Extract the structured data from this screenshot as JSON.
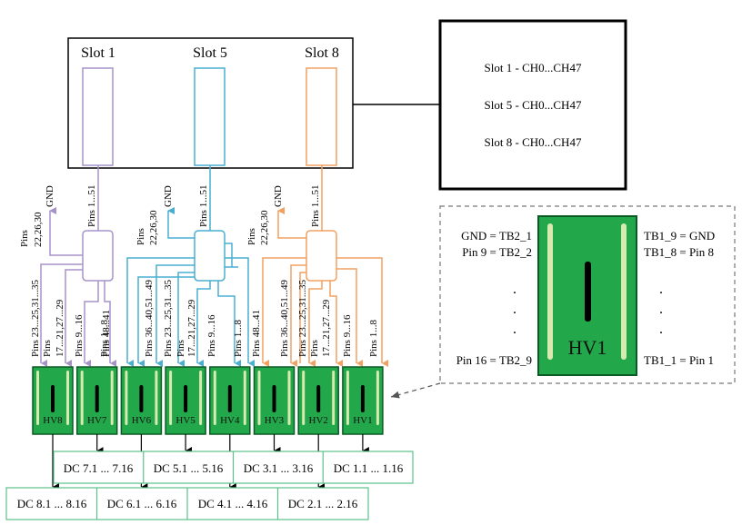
{
  "colors": {
    "purple": "#a593c8",
    "blue": "#4aaed0",
    "orange": "#f2a060",
    "green_board": "#22a84a",
    "green_border": "#0b5a25",
    "box_green": "#5cc08a",
    "dark": "#000000"
  },
  "crate": {
    "slots": [
      {
        "label": "Slot 1",
        "color": "purple"
      },
      {
        "label": "Slot 5",
        "color": "blue"
      },
      {
        "label": "Slot 8",
        "color": "orange"
      }
    ]
  },
  "info_box": {
    "lines": [
      "Slot 1 - CH0...CH47",
      "Slot 5 - CH0...CH47",
      "Slot 8 - CH0...CH47"
    ]
  },
  "pin_labels": {
    "gnd": "GND",
    "pins_gnd": "Pins",
    "pins_gnd_2": "22,26,30",
    "pins_1_51": "Pins 1...51",
    "purple": [
      {
        "l1": "Pins 23...25,31...35",
        "l2": ""
      },
      {
        "l1": "Pins",
        "l2": "17...21,27...29"
      },
      {
        "l1": "Pins 9...16",
        "l2": ""
      },
      {
        "l1": "Pins 1...8",
        "l2": ""
      }
    ],
    "blue": [
      {
        "l1": "Pins 48...41",
        "l2": ""
      },
      {
        "l1": "Pins 36...40,51...49",
        "l2": ""
      },
      {
        "l1": "Pins 23...25,31...35",
        "l2": ""
      },
      {
        "l1": "Pins",
        "l2": "17...21,27...29"
      },
      {
        "l1": "Pins 9...16",
        "l2": ""
      },
      {
        "l1": "Pins 1...8",
        "l2": ""
      }
    ],
    "orange": [
      {
        "l1": "Pins 48...41",
        "l2": ""
      },
      {
        "l1": "Pins 36...40,51...49",
        "l2": ""
      },
      {
        "l1": "Pins 23...25,31...35",
        "l2": ""
      },
      {
        "l1": "Pins",
        "l2": "17...21,27...29"
      },
      {
        "l1": "Pins 9...16",
        "l2": ""
      },
      {
        "l1": "Pins 1...8",
        "l2": ""
      }
    ]
  },
  "boards": [
    "HV8",
    "HV7",
    "HV6",
    "HV5",
    "HV4",
    "HV3",
    "HV2",
    "HV1"
  ],
  "dc_top": [
    "DC 7.1 ... 7.16",
    "DC 5.1 ... 5.16",
    "DC 3.1 ... 3.16",
    "DC 1.1 ... 1.16"
  ],
  "dc_bottom": [
    "DC 8.1 ... 8.16",
    "DC 6.1 ... 6.16",
    "DC 4.1 ... 4.16",
    "DC 2.1 ... 2.16"
  ],
  "detail": {
    "board_name": "HV1",
    "left_top": [
      "GND = TB2_1",
      "Pin 9 = TB2_2"
    ],
    "left_bottom": "Pin 16 = TB2_9",
    "right_top": [
      "TB1_9 = GND",
      "TB1_8 = Pin 8"
    ],
    "right_bottom": "TB1_1 = Pin 1",
    "dots": ".",
    "dots_l": [
      "·",
      "·",
      "·"
    ],
    "dots_r": [
      "·",
      "·",
      "·"
    ]
  }
}
